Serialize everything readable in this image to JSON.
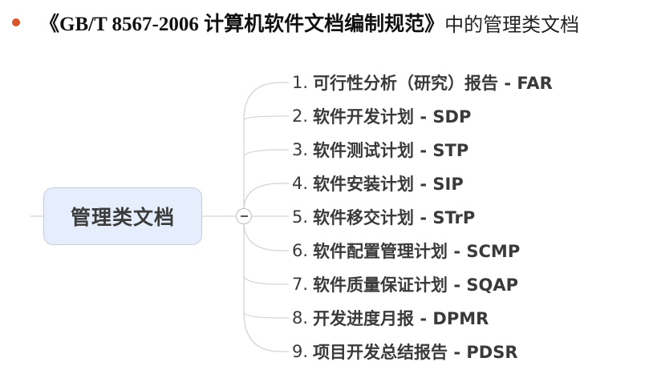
{
  "header": {
    "bullet_color": "#d9532b",
    "title_bold": "《GB/T 8567-2006 计算机软件文档编制规范》",
    "title_normal": "中的管理类文档"
  },
  "mindmap": {
    "root": {
      "label": "管理类文档",
      "fill": "#e6eefd",
      "collapse_icon": "minus-circle-icon"
    },
    "children": [
      {
        "num": "1.",
        "label": "可行性分析（研究）报告 - FAR"
      },
      {
        "num": "2.",
        "label": "软件开发计划 - SDP"
      },
      {
        "num": "3.",
        "label": "软件测试计划 - STP"
      },
      {
        "num": "4.",
        "label": "软件安装计划 - SIP"
      },
      {
        "num": "5.",
        "label": "软件移交计划 - STrP"
      },
      {
        "num": "6.",
        "label": "软件配置管理计划 - SCMP"
      },
      {
        "num": "7.",
        "label": "软件质量保证计划 - SQAP"
      },
      {
        "num": "8.",
        "label": "开发进度月报 - DPMR"
      },
      {
        "num": "9.",
        "label": "项目开发总结报告 - PDSR"
      }
    ]
  }
}
